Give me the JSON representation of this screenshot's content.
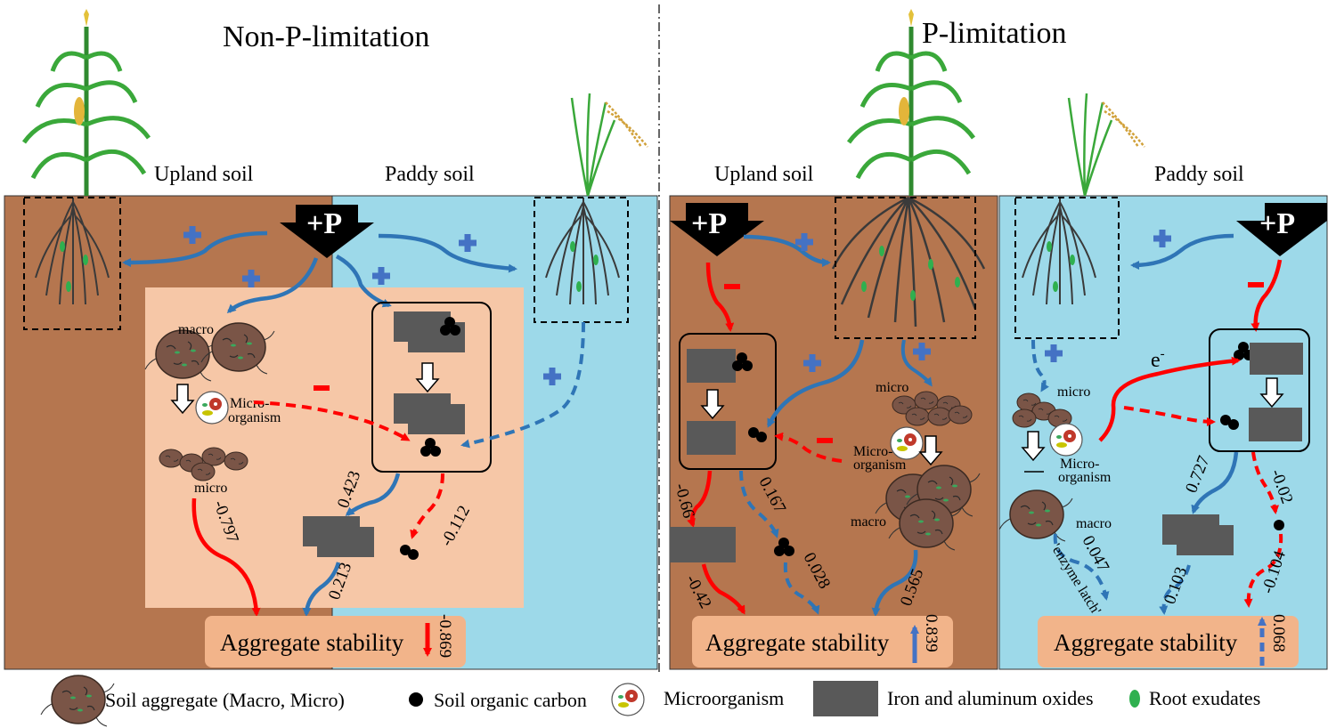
{
  "panels": {
    "left": {
      "title": "Non-P-limitation",
      "upland_label": "Upland soil",
      "paddy_label": "Paddy soil",
      "p_input": "+P",
      "macro_label": "macro",
      "micro_label": "micro",
      "micro_org_label_1": "Micro-",
      "micro_org_label_2": "organism",
      "coefficients": {
        "micro_to_stability": "-0.797",
        "oxide_to_free_oxide": "0.423",
        "oxide_to_free_soc": "-0.112",
        "free_oxide_to_stability": "0.213"
      },
      "stability_label": "Aggregate  stability",
      "stability_value": "-0.869"
    },
    "right": {
      "title": "P-limitation",
      "upland_label": "Upland soil",
      "paddy_label": "Paddy soil",
      "p_input": "+P",
      "upland": {
        "micro_label": "micro",
        "macro_label": "macro",
        "micro_org_label_1": "Micro-",
        "micro_org_label_2": "organism",
        "coefficients": {
          "oxide_to_free_oxide": "-0.66",
          "oxide_to_soc": "0.167",
          "free_oxide_to_stability": "-0.42",
          "soc_to_stability": "0.028",
          "macro_to_stability": "0.565"
        },
        "stability_label": "Aggregate  stability",
        "stability_value": "0.839"
      },
      "paddy": {
        "micro_label": "micro",
        "macro_label": "macro",
        "micro_org_label_1": "Micro-",
        "micro_org_label_2": "organism",
        "electron_label": "e",
        "electron_sup": "-",
        "enzyme_label": "'enzyme latch'",
        "coefficients": {
          "oxide_to_free_oxide": "0.727",
          "oxide_to_soc": "-0.02",
          "macro_to_stability": "0.047",
          "free_oxide_to_stability": "0.103",
          "soc_to_stability": "-0.104"
        },
        "stability_label": "Aggregate  stability",
        "stability_value": "0.068"
      }
    }
  },
  "legend": {
    "aggregate": "Soil aggregate (Macro, Micro)",
    "soc": "Soil organic carbon",
    "microorganism": "Microorganism",
    "oxides": "Iron and aluminum oxides",
    "exudates": "Root exudates"
  },
  "colors": {
    "upland_soil": "#b5764f",
    "paddy_soil": "#9dd9e9",
    "influence_zone": "#f6c7a7",
    "stability_box": "#f2b48a",
    "oxide": "#595959",
    "positive": "#2f75b6",
    "negative": "#ff0000",
    "plus_sign": "#4472c4"
  }
}
